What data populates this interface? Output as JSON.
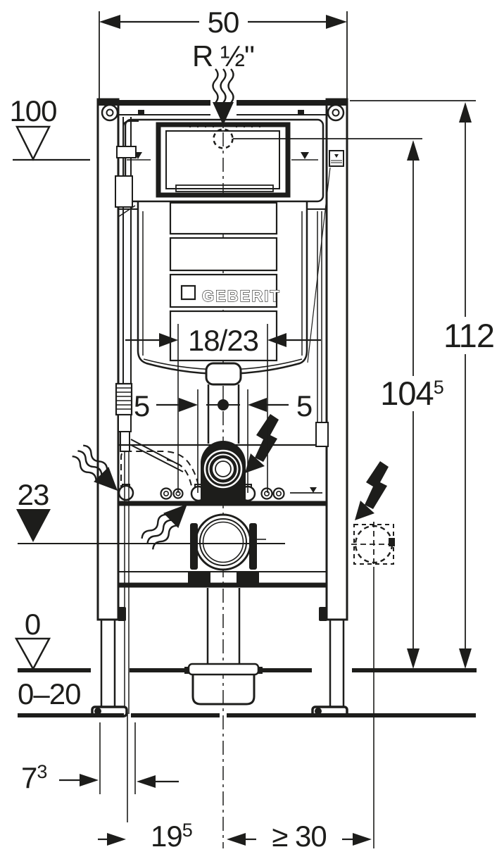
{
  "page": {
    "background": "#ffffff",
    "line_color": "#1d1d1b"
  },
  "drawing": {
    "brand": "GEBERIT",
    "top": {
      "width": "50",
      "thread": "R ½\""
    },
    "left": {
      "supply_level": "100",
      "outlet_level": "23",
      "zero_level": "0",
      "floor_buildup": "0–20"
    },
    "right": {
      "total_height": "112",
      "supply_height_main": "104",
      "supply_height_sup": "5"
    },
    "center": {
      "plate_offset": "18/23",
      "offset_left": "5",
      "offset_right": "5"
    },
    "bottom": {
      "pipe_main": "7",
      "pipe_sup": "3",
      "drain_main": "19",
      "drain_sup": "5",
      "socket_min": "≥ 30"
    },
    "symbols": {
      "electrical": "lightning-arrow",
      "water_flow": "wavy-flow-arrow",
      "power_socket": "dashed-circle-socket",
      "level_mark_open": "open-triangle",
      "level_mark_filled": "filled-triangle",
      "supply_connection": "dashed-circle"
    }
  }
}
